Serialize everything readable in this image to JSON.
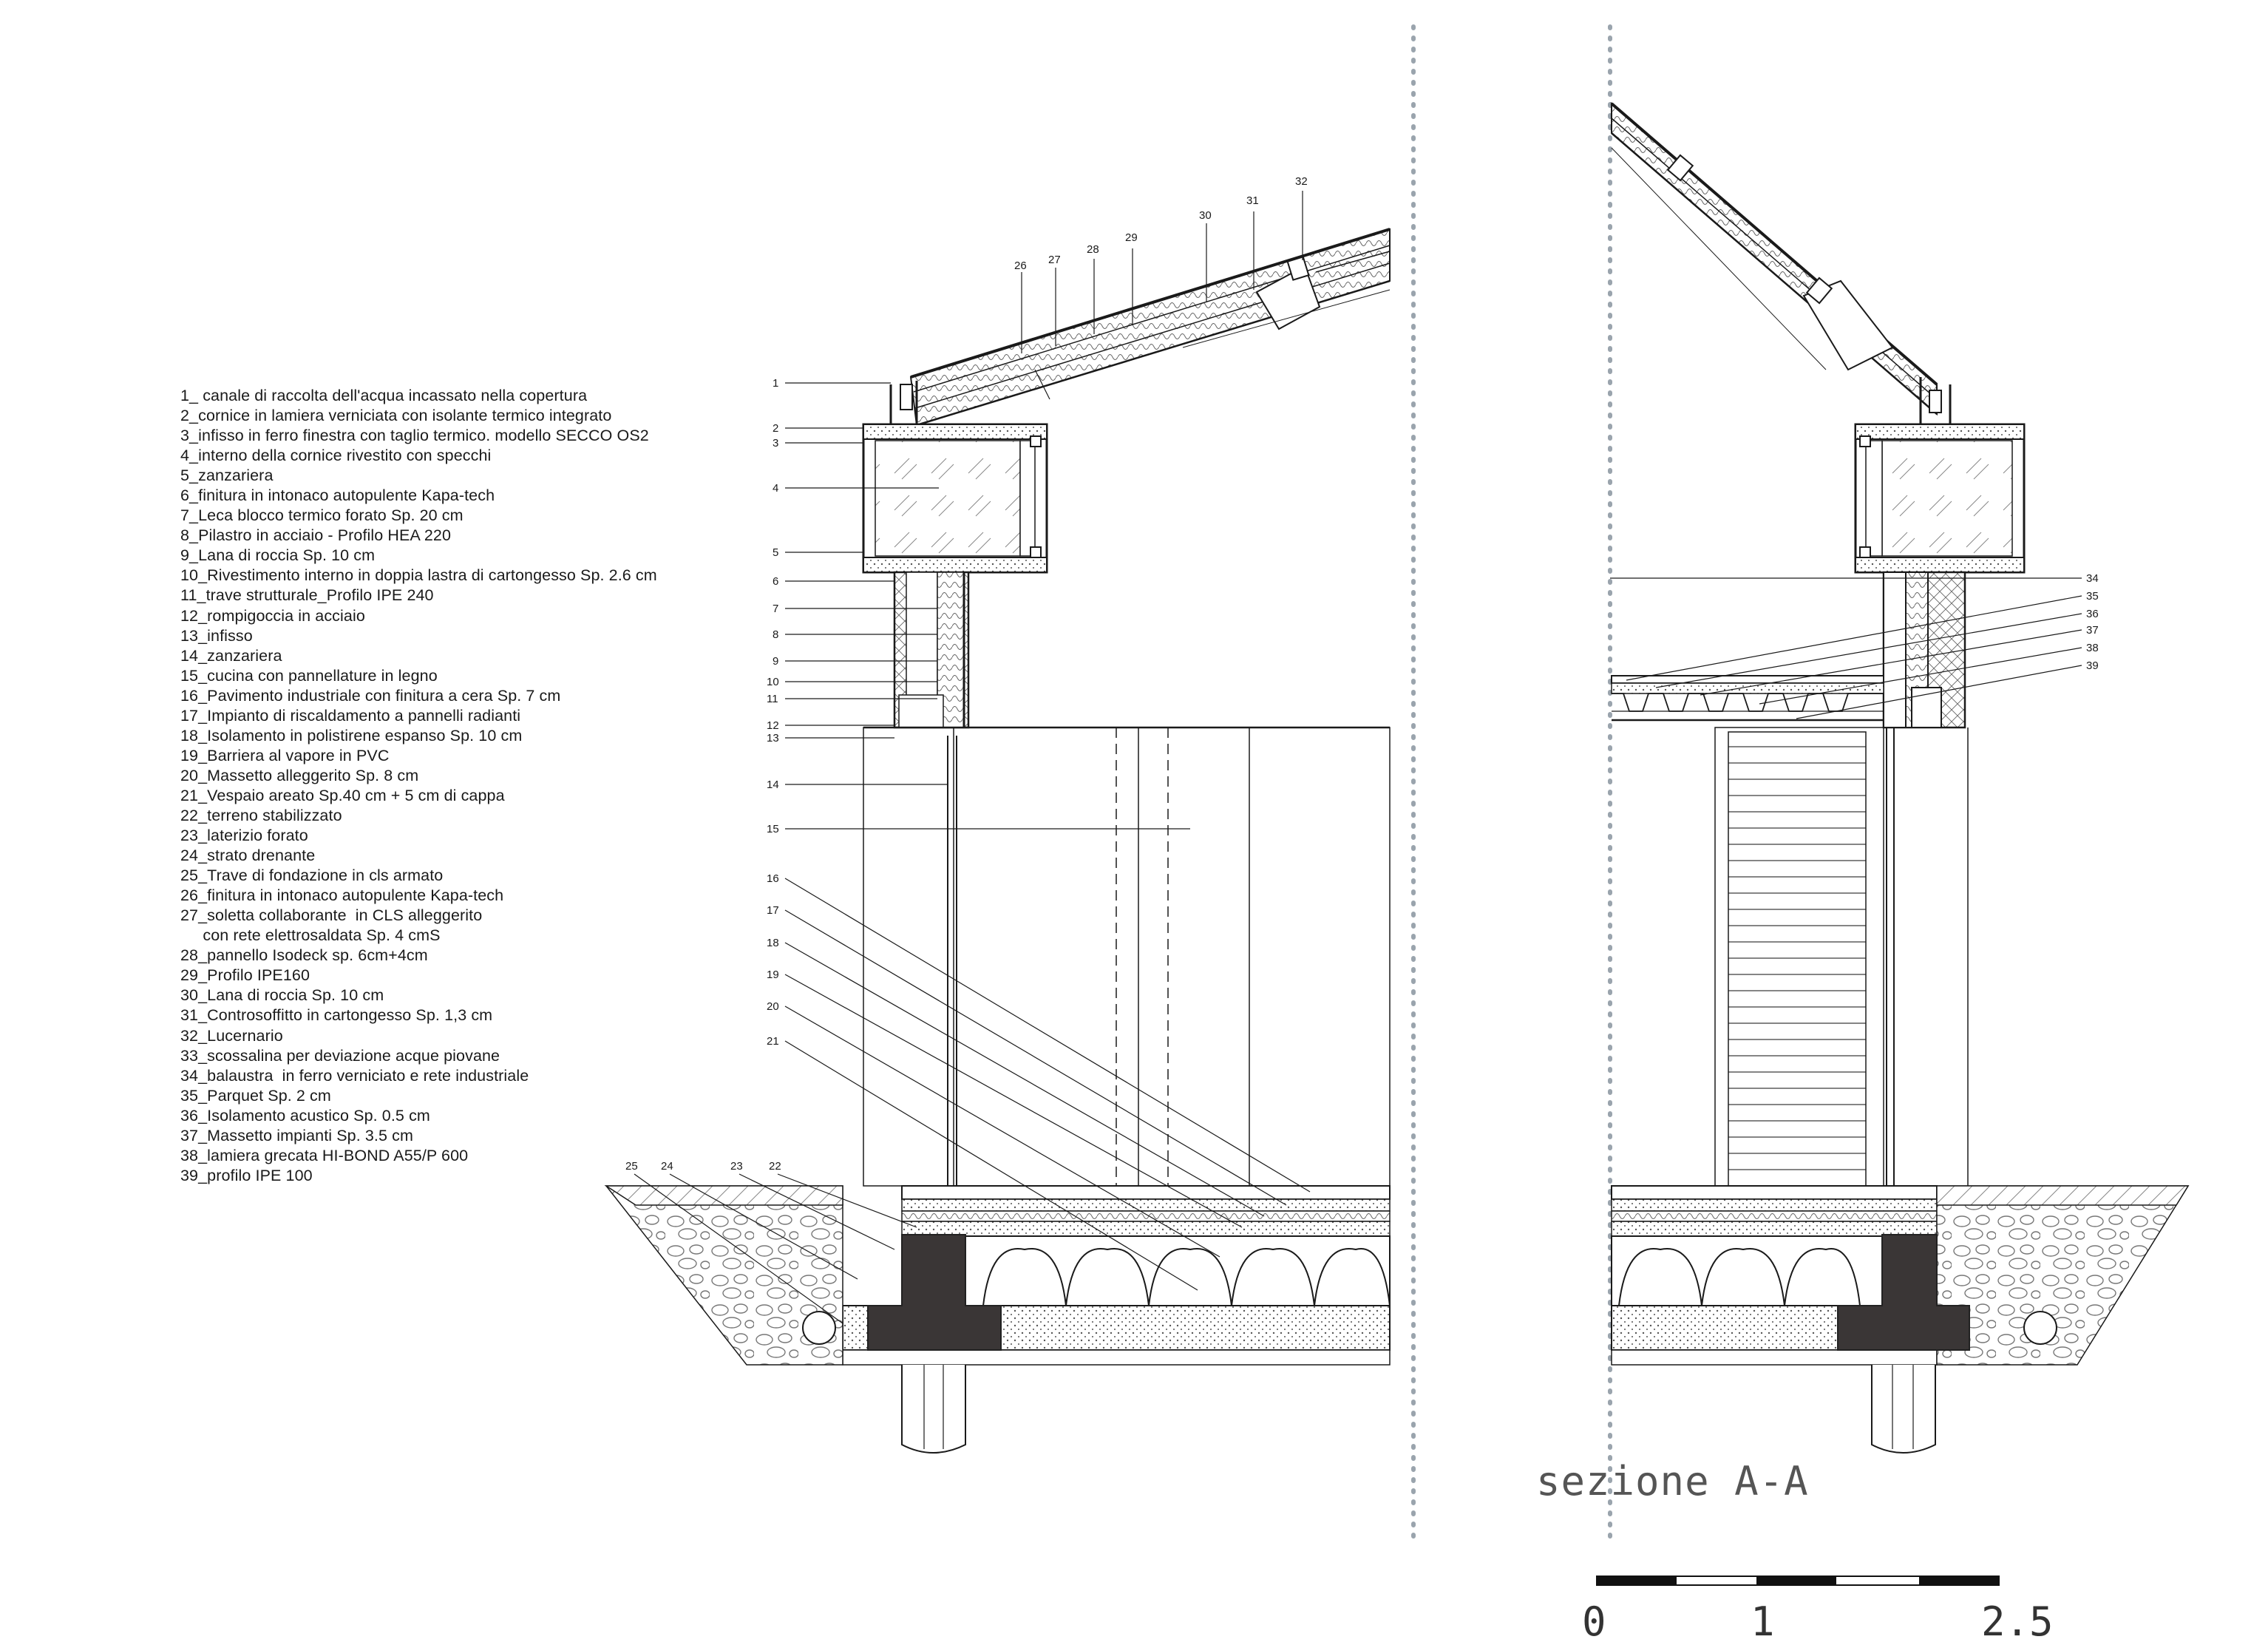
{
  "legend": [
    "1_ canale di raccolta dell'acqua incassato nella copertura",
    "2_cornice in lamiera verniciata con isolante termico integrato",
    "3_infisso in ferro finestra con taglio termico. modello SECCO OS2",
    "4_interno della cornice rivestito con specchi",
    "5_zanzariera",
    "6_finitura in intonaco autopulente Kapa-tech",
    "7_Leca blocco termico forato Sp. 20 cm",
    "8_Pilastro in acciaio - Profilo HEA 220",
    "9_Lana di roccia Sp. 10 cm",
    "10_Rivestimento interno in doppia lastra di cartongesso Sp. 2.6 cm",
    "11_trave strutturale_Profilo IPE 240",
    "12_rompigoccia in acciaio",
    "13_infisso",
    "14_zanzariera",
    "15_cucina con pannellature in legno",
    "16_Pavimento industriale con finitura a cera Sp. 7 cm",
    "17_Impianto di riscaldamento a pannelli radianti",
    "18_Isolamento in polistirene espanso Sp. 10 cm",
    "19_Barriera al vapore in PVC",
    "20_Massetto alleggerito Sp. 8 cm",
    "21_Vespaio areato Sp.40 cm + 5 cm di cappa",
    "22_terreno stabilizzato",
    "23_laterizio forato",
    "24_strato drenante",
    "25_Trave di fondazione in cls armato",
    "26_finitura in intonaco autopulente Kapa-tech",
    "27_soletta collaborante  in CLS alleggerito",
    "     con rete elettrosaldata Sp. 4 cmS",
    "28_pannello Isodeck sp. 6cm+4cm",
    "29_Profilo IPE160",
    "30_Lana di roccia Sp. 10 cm",
    "31_Controsoffitto in cartongesso Sp. 1,3 cm",
    "32_Lucernario",
    "33_scossalina per deviazione acque piovane",
    "34_balaustra  in ferro verniciato e rete industriale",
    "35_Parquet Sp. 2 cm",
    "36_Isolamento acustico Sp. 0.5 cm",
    "37_Massetto impianti Sp. 3.5 cm",
    "38_lamiera grecata HI-BOND A55/P 600",
    "39_profilo IPE 100"
  ],
  "callouts_left": [
    "1",
    "2",
    "3",
    "4",
    "5",
    "6",
    "7",
    "8",
    "9",
    "10",
    "11",
    "12",
    "13",
    "14",
    "15",
    "16",
    "17",
    "18",
    "19",
    "20",
    "21"
  ],
  "callouts_top": [
    "26",
    "27",
    "28",
    "29",
    "30",
    "31",
    "32"
  ],
  "callouts_bottom": [
    "25",
    "24",
    "23",
    "22"
  ],
  "callouts_right": [
    "34",
    "35",
    "36",
    "37",
    "38",
    "39"
  ],
  "title": "sezione A-A",
  "scale": {
    "labels": [
      "0",
      "1",
      "2.5"
    ]
  },
  "colors": {
    "ink": "#1a1a1a",
    "concrete": "#3a3636",
    "cut_line": "#9aa4ad",
    "title": "#555555"
  }
}
